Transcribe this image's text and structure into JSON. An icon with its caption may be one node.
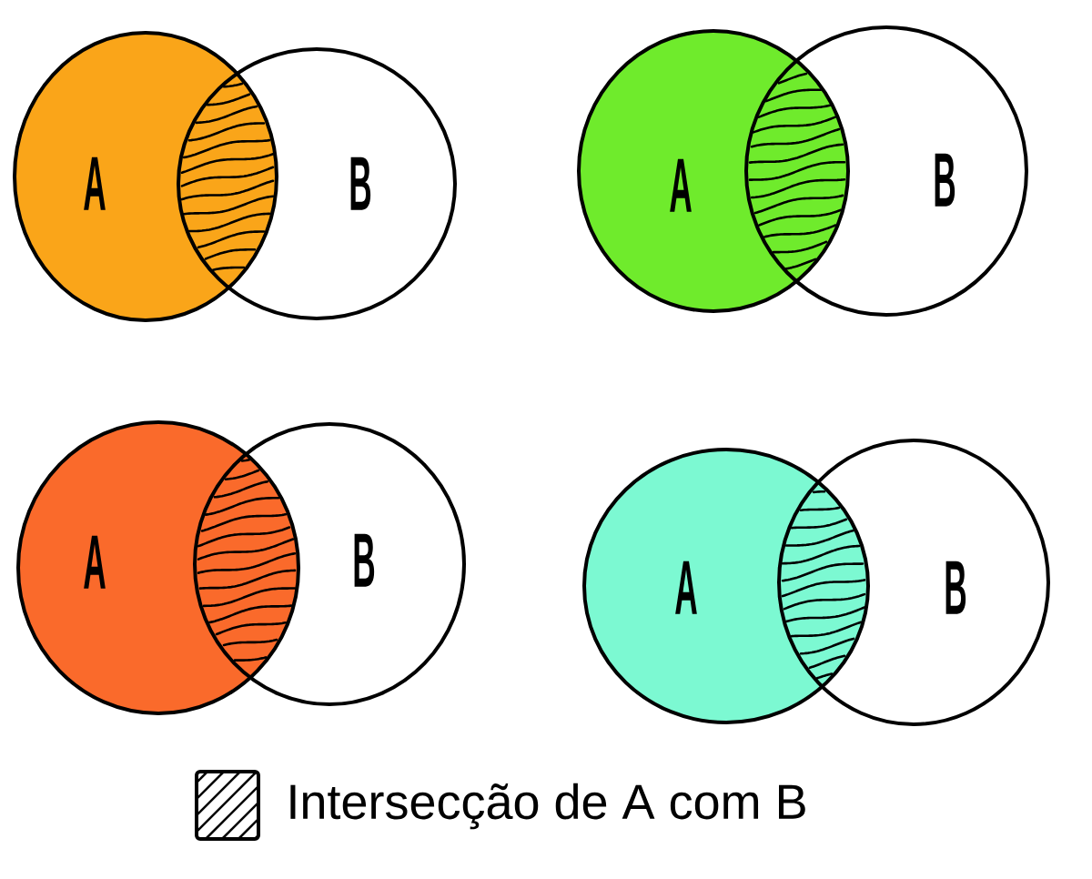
{
  "diagram": {
    "nodes": [
      {
        "text": [
          "A"
        ]
      },
      {
        "text": [
          "B"
        ]
      },
      {
        "text": [
          "A"
        ]
      },
      {
        "text": [
          "B"
        ]
      },
      {
        "text": [
          "A"
        ]
      },
      {
        "text": [
          "B"
        ]
      },
      {
        "text": [
          "A"
        ]
      },
      {
        "text": [
          "B"
        ]
      }
    ],
    "legend": [
      {
        "text": "Intersecção de A com B"
      }
    ]
  }
}
